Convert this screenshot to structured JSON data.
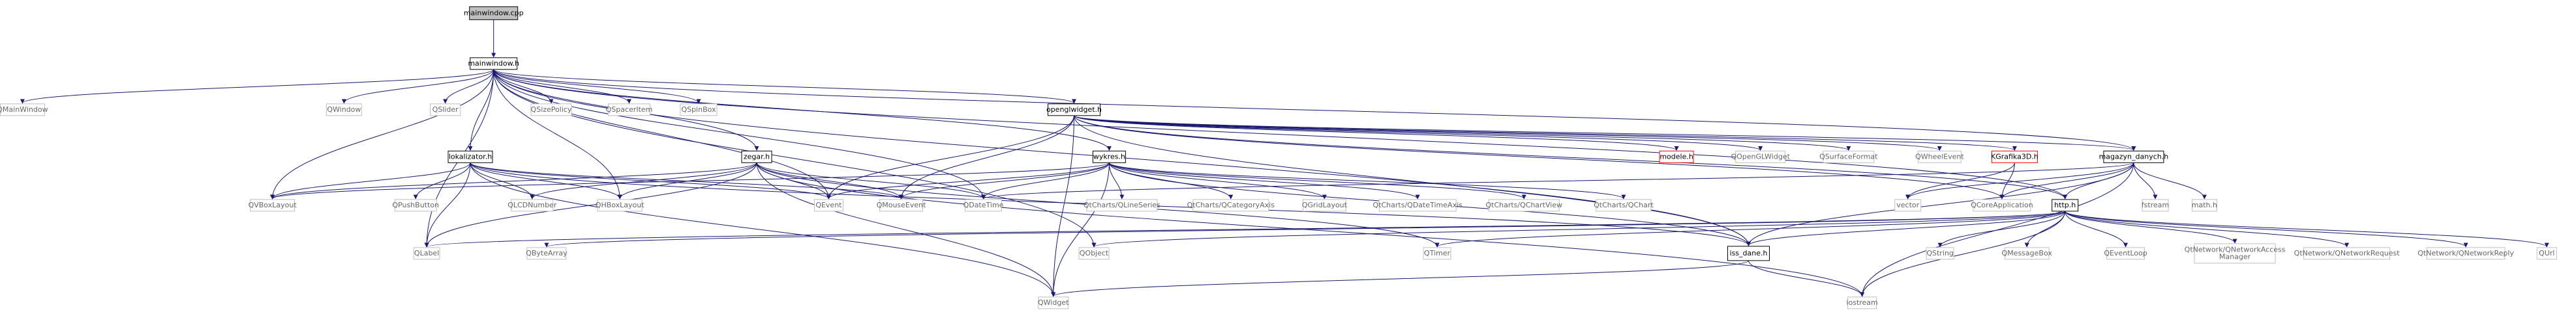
{
  "title": "mainwindow.cpp",
  "colors": {
    "edge": "#191970",
    "box_default": "#bfbfbf",
    "box_emphasis": "#000000",
    "box_missing": "#ff0000",
    "root_fill": "#bfbfbf",
    "root_stroke": "#000000",
    "text": "#000000",
    "text_muted": "#666666"
  },
  "nodes": [
    {
      "id": "mainwindow_cpp",
      "label": "mainwindow.cpp",
      "kind": "root"
    },
    {
      "id": "mainwindow_h",
      "label": "mainwindow.h",
      "kind": "file"
    },
    {
      "id": "QMainWindow",
      "label": "QMainWindow",
      "kind": "lib"
    },
    {
      "id": "QWindow",
      "label": "QWindow",
      "kind": "lib"
    },
    {
      "id": "QSlider",
      "label": "QSlider",
      "kind": "lib"
    },
    {
      "id": "QSizePolicy",
      "label": "QSizePolicy",
      "kind": "lib"
    },
    {
      "id": "QSpacerItem",
      "label": "QSpacerItem",
      "kind": "lib"
    },
    {
      "id": "QSpinBox",
      "label": "QSpinBox",
      "kind": "lib"
    },
    {
      "id": "openglwidget_h",
      "label": "openglwidget.h",
      "kind": "file"
    },
    {
      "id": "lokalizator_h",
      "label": "lokalizator.h",
      "kind": "file"
    },
    {
      "id": "zegar_h",
      "label": "zegar.h",
      "kind": "file"
    },
    {
      "id": "wykres_h",
      "label": "wykres.h",
      "kind": "file"
    },
    {
      "id": "magazyn_danych_h",
      "label": "magazyn_danych.h",
      "kind": "file"
    },
    {
      "id": "http_h",
      "label": "http.h",
      "kind": "file"
    },
    {
      "id": "modele_h",
      "label": "modele.h",
      "kind": "missing"
    },
    {
      "id": "QOpenGLWidget",
      "label": "QOpenGLWidget",
      "kind": "lib"
    },
    {
      "id": "QSurfaceFormat",
      "label": "QSurfaceFormat",
      "kind": "lib"
    },
    {
      "id": "QWheelEvent",
      "label": "QWheelEvent",
      "kind": "lib"
    },
    {
      "id": "KGrafika3D_h",
      "label": "KGrafika3D.h",
      "kind": "missing"
    },
    {
      "id": "QVBoxLayout",
      "label": "QVBoxLayout",
      "kind": "lib"
    },
    {
      "id": "QPushButton",
      "label": "QPushButton",
      "kind": "lib"
    },
    {
      "id": "QLCDNumber",
      "label": "QLCDNumber",
      "kind": "lib"
    },
    {
      "id": "QHBoxLayout",
      "label": "QHBoxLayout",
      "kind": "lib"
    },
    {
      "id": "QEvent",
      "label": "QEvent",
      "kind": "lib"
    },
    {
      "id": "QMouseEvent",
      "label": "QMouseEvent",
      "kind": "lib"
    },
    {
      "id": "QDateTime",
      "label": "QDateTime",
      "kind": "lib"
    },
    {
      "id": "QLineSeries",
      "label": "QtCharts/QLineSeries",
      "kind": "lib"
    },
    {
      "id": "QCategoryAxis",
      "label": "QtCharts/QCategoryAxis",
      "kind": "lib"
    },
    {
      "id": "QGridLayout",
      "label": "QGridLayout",
      "kind": "lib"
    },
    {
      "id": "QDateTimeAxis",
      "label": "QtCharts/QDateTimeAxis",
      "kind": "lib"
    },
    {
      "id": "QChartView",
      "label": "QtCharts/QChartView",
      "kind": "lib"
    },
    {
      "id": "QChart",
      "label": "QtCharts/QChart",
      "kind": "lib"
    },
    {
      "id": "vector",
      "label": "vector",
      "kind": "lib"
    },
    {
      "id": "QCoreApplication",
      "label": "QCoreApplication",
      "kind": "lib"
    },
    {
      "id": "fstream",
      "label": "fstream",
      "kind": "lib"
    },
    {
      "id": "math_h",
      "label": "math.h",
      "kind": "lib"
    },
    {
      "id": "QLabel",
      "label": "QLabel",
      "kind": "lib"
    },
    {
      "id": "QByteArray",
      "label": "QByteArray",
      "kind": "lib"
    },
    {
      "id": "QObject",
      "label": "QObject",
      "kind": "lib"
    },
    {
      "id": "QTimer",
      "label": "QTimer",
      "kind": "lib"
    },
    {
      "id": "iss_dane_h",
      "label": "iss_dane.h",
      "kind": "file"
    },
    {
      "id": "QString",
      "label": "QString",
      "kind": "lib"
    },
    {
      "id": "QMessageBox",
      "label": "QMessageBox",
      "kind": "lib"
    },
    {
      "id": "QEventLoop",
      "label": "QEventLoop",
      "kind": "lib"
    },
    {
      "id": "QNetworkAccessManager",
      "label": "QtNetwork/QNetworkAccess\nManager",
      "kind": "lib"
    },
    {
      "id": "QNetworkRequest",
      "label": "QtNetwork/QNetworkRequest",
      "kind": "lib"
    },
    {
      "id": "QNetworkReply",
      "label": "QtNetwork/QNetworkReply",
      "kind": "lib"
    },
    {
      "id": "QUrl",
      "label": "QUrl",
      "kind": "lib"
    },
    {
      "id": "QWidget",
      "label": "QWidget",
      "kind": "lib"
    },
    {
      "id": "iostream",
      "label": "iostream",
      "kind": "lib"
    }
  ],
  "edges": [
    [
      "mainwindow_cpp",
      "mainwindow_h"
    ],
    [
      "mainwindow_h",
      "QMainWindow"
    ],
    [
      "mainwindow_h",
      "QWindow"
    ],
    [
      "mainwindow_h",
      "QSlider"
    ],
    [
      "mainwindow_h",
      "QSizePolicy"
    ],
    [
      "mainwindow_h",
      "QSpacerItem"
    ],
    [
      "mainwindow_h",
      "QSpinBox"
    ],
    [
      "mainwindow_h",
      "openglwidget_h"
    ],
    [
      "mainwindow_h",
      "lokalizator_h"
    ],
    [
      "mainwindow_h",
      "zegar_h"
    ],
    [
      "mainwindow_h",
      "wykres_h"
    ],
    [
      "mainwindow_h",
      "magazyn_danych_h"
    ],
    [
      "mainwindow_h",
      "http_h"
    ],
    [
      "mainwindow_h",
      "QVBoxLayout"
    ],
    [
      "mainwindow_h",
      "QHBoxLayout"
    ],
    [
      "mainwindow_h",
      "QEvent"
    ],
    [
      "mainwindow_h",
      "QDateTime"
    ],
    [
      "mainwindow_h",
      "QLabel"
    ],
    [
      "mainwindow_h",
      "QObject"
    ],
    [
      "mainwindow_h",
      "iss_dane_h"
    ],
    [
      "openglwidget_h",
      "modele_h"
    ],
    [
      "openglwidget_h",
      "QOpenGLWidget"
    ],
    [
      "openglwidget_h",
      "QSurfaceFormat"
    ],
    [
      "openglwidget_h",
      "QWheelEvent"
    ],
    [
      "openglwidget_h",
      "KGrafika3D_h"
    ],
    [
      "openglwidget_h",
      "magazyn_danych_h"
    ],
    [
      "openglwidget_h",
      "QEvent"
    ],
    [
      "openglwidget_h",
      "QMouseEvent"
    ],
    [
      "openglwidget_h",
      "QCoreApplication"
    ],
    [
      "openglwidget_h",
      "iss_dane_h"
    ],
    [
      "openglwidget_h",
      "QWidget"
    ],
    [
      "openglwidget_h",
      "http_h"
    ],
    [
      "lokalizator_h",
      "QVBoxLayout"
    ],
    [
      "lokalizator_h",
      "QPushButton"
    ],
    [
      "lokalizator_h",
      "QLCDNumber"
    ],
    [
      "lokalizator_h",
      "QHBoxLayout"
    ],
    [
      "lokalizator_h",
      "QEvent"
    ],
    [
      "lokalizator_h",
      "QMouseEvent"
    ],
    [
      "lokalizator_h",
      "QLabel"
    ],
    [
      "lokalizator_h",
      "QWidget"
    ],
    [
      "lokalizator_h",
      "iss_dane_h"
    ],
    [
      "zegar_h",
      "QVBoxLayout"
    ],
    [
      "zegar_h",
      "QLCDNumber"
    ],
    [
      "zegar_h",
      "QHBoxLayout"
    ],
    [
      "zegar_h",
      "QEvent"
    ],
    [
      "zegar_h",
      "QMouseEvent"
    ],
    [
      "zegar_h",
      "QDateTime"
    ],
    [
      "zegar_h",
      "QLabel"
    ],
    [
      "zegar_h",
      "QTimer"
    ],
    [
      "zegar_h",
      "QWidget"
    ],
    [
      "zegar_h",
      "iostream"
    ],
    [
      "wykres_h",
      "QLineSeries"
    ],
    [
      "wykres_h",
      "QCategoryAxis"
    ],
    [
      "wykres_h",
      "QGridLayout"
    ],
    [
      "wykres_h",
      "QDateTimeAxis"
    ],
    [
      "wykres_h",
      "QChartView"
    ],
    [
      "wykres_h",
      "QChart"
    ],
    [
      "wykres_h",
      "QVBoxLayout"
    ],
    [
      "wykres_h",
      "QEvent"
    ],
    [
      "wykres_h",
      "QMouseEvent"
    ],
    [
      "wykres_h",
      "QDateTime"
    ],
    [
      "wykres_h",
      "iss_dane_h"
    ],
    [
      "wykres_h",
      "QWidget"
    ],
    [
      "KGrafika3D_h",
      "vector"
    ],
    [
      "KGrafika3D_h",
      "QCoreApplication"
    ],
    [
      "magazyn_danych_h",
      "vector"
    ],
    [
      "magazyn_danych_h",
      "QCoreApplication"
    ],
    [
      "magazyn_danych_h",
      "fstream"
    ],
    [
      "magazyn_danych_h",
      "math_h"
    ],
    [
      "magazyn_danych_h",
      "http_h"
    ],
    [
      "magazyn_danych_h",
      "iss_dane_h"
    ],
    [
      "magazyn_danych_h",
      "QDateTime"
    ],
    [
      "magazyn_danych_h",
      "iostream"
    ],
    [
      "http_h",
      "QLabel"
    ],
    [
      "http_h",
      "QByteArray"
    ],
    [
      "http_h",
      "QObject"
    ],
    [
      "http_h",
      "QTimer"
    ],
    [
      "http_h",
      "iss_dane_h"
    ],
    [
      "http_h",
      "QString"
    ],
    [
      "http_h",
      "QMessageBox"
    ],
    [
      "http_h",
      "QEventLoop"
    ],
    [
      "http_h",
      "QNetworkAccessManager"
    ],
    [
      "http_h",
      "QNetworkRequest"
    ],
    [
      "http_h",
      "QNetworkReply"
    ],
    [
      "http_h",
      "QUrl"
    ],
    [
      "http_h",
      "iostream"
    ],
    [
      "iss_dane_h",
      "QWidget"
    ],
    [
      "iss_dane_h",
      "iostream"
    ]
  ]
}
